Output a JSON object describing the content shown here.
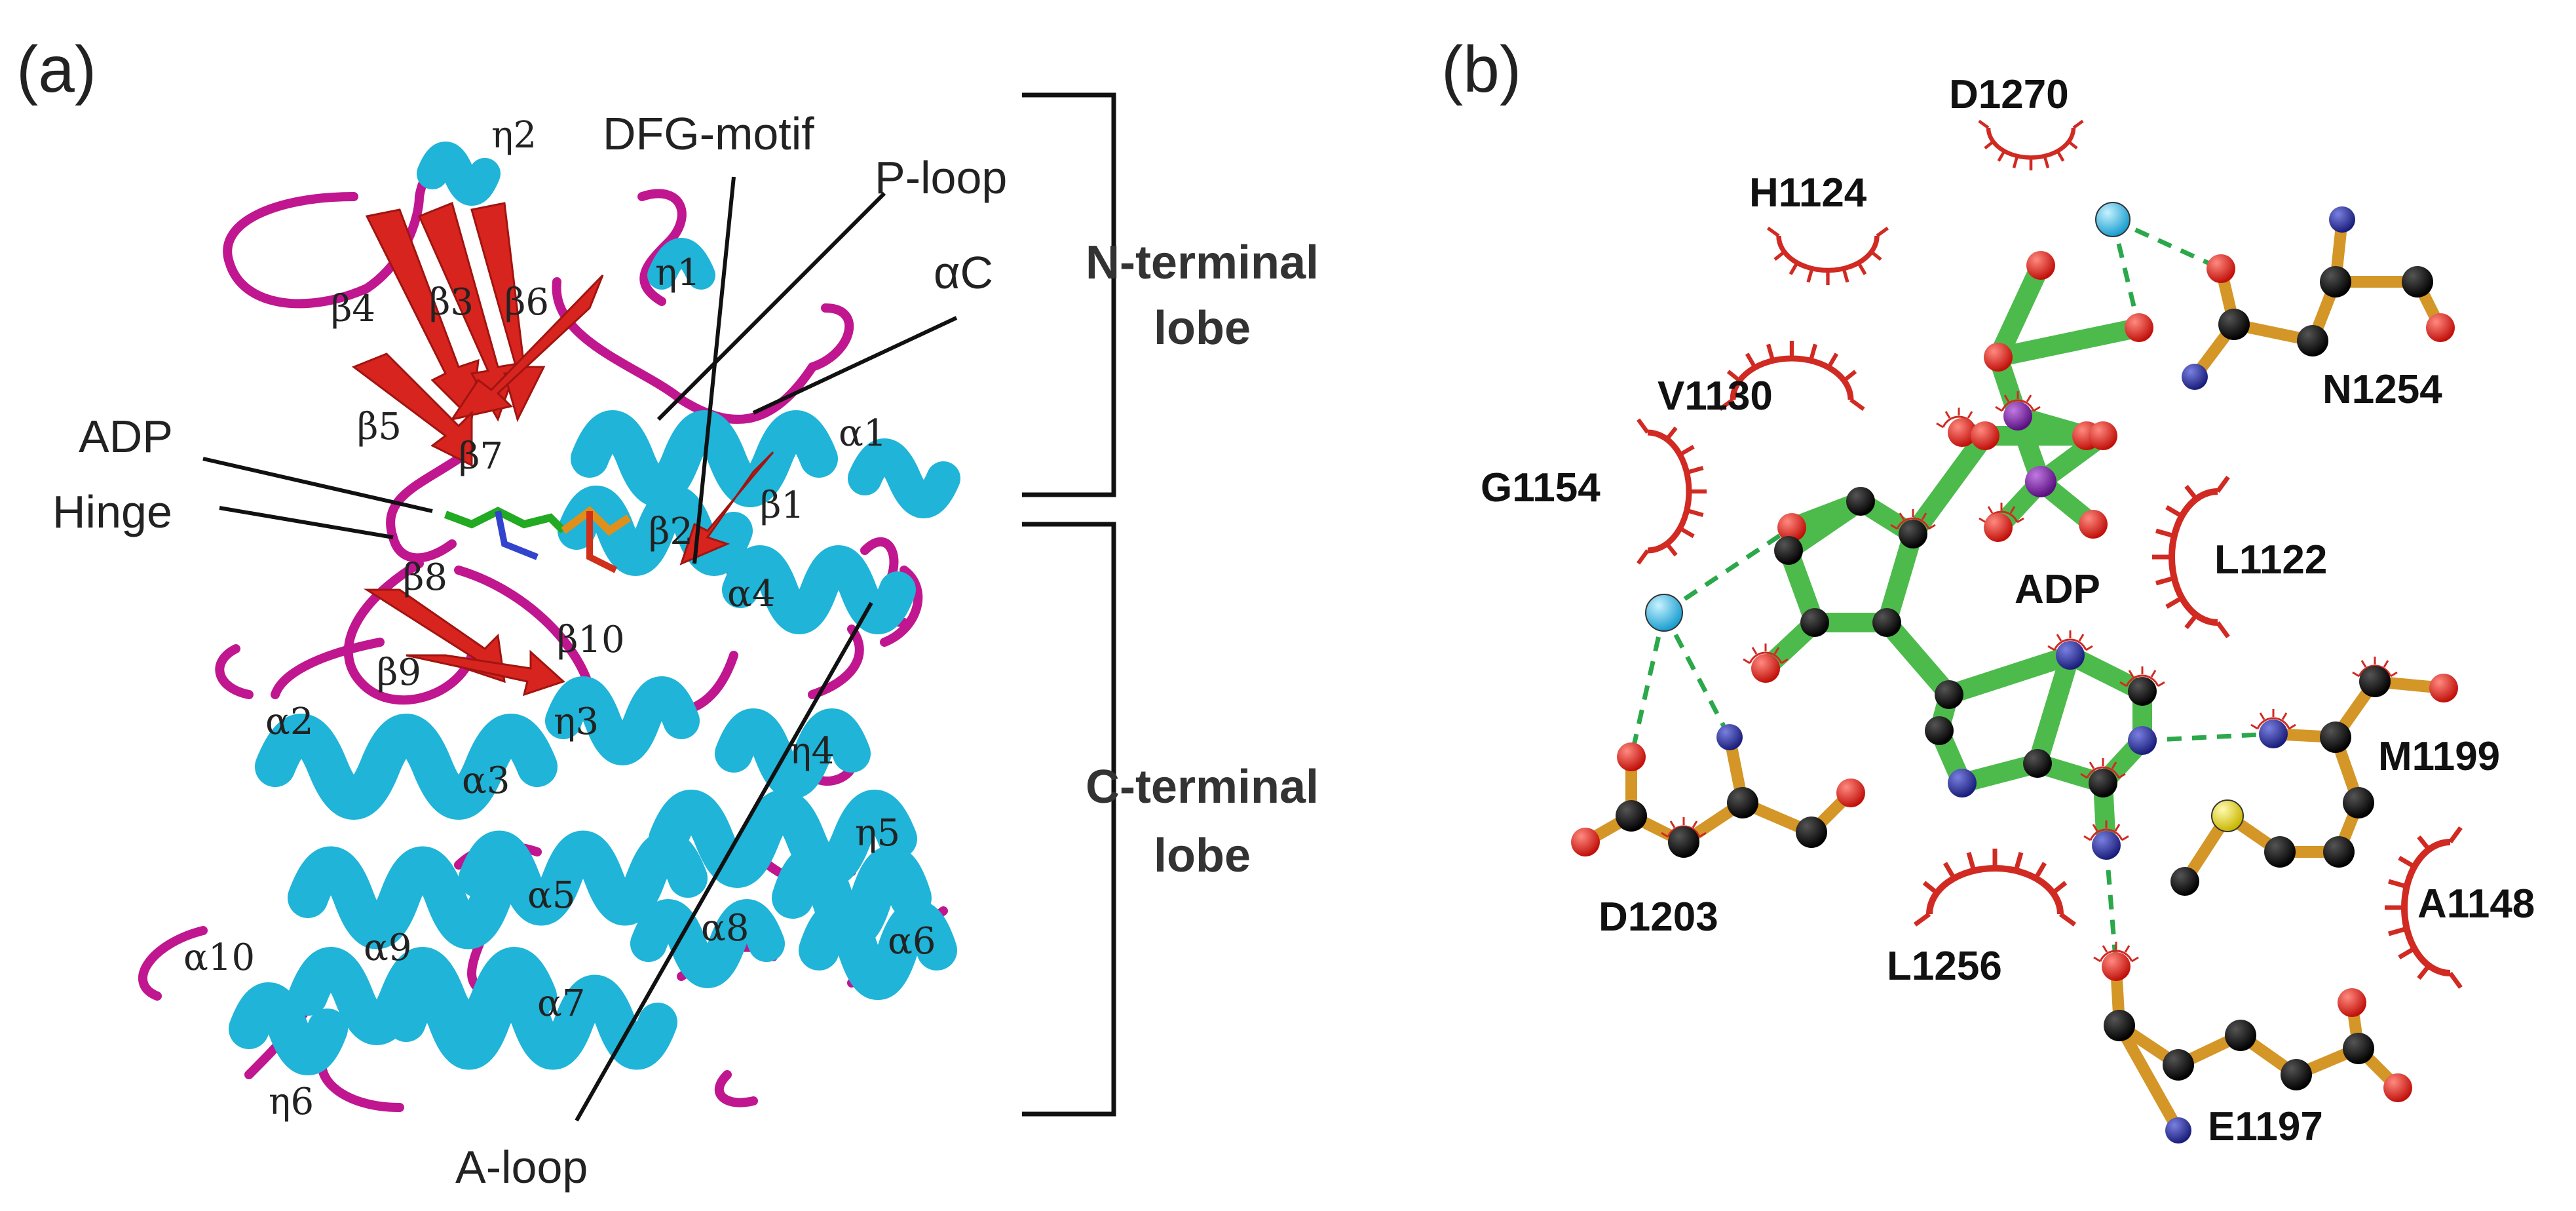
{
  "panels": {
    "a": "(a)",
    "b": "(b)"
  },
  "structure_callouts": {
    "dfg": "DFG-motif",
    "ploop": "P-loop",
    "ac": "αC",
    "adp": "ADP",
    "hinge": "Hinge",
    "aloop": "A-loop"
  },
  "secondary_structure": {
    "eta1": "η1",
    "eta2": "η2",
    "eta3": "η3",
    "eta4": "η4",
    "eta5": "η5",
    "eta6": "η6",
    "beta1": "β1",
    "beta2": "β2",
    "beta3": "β3",
    "beta4": "β4",
    "beta5": "β5",
    "beta6": "β6",
    "beta7": "β7",
    "beta8": "β8",
    "beta9": "β9",
    "beta10": "β10",
    "alpha1": "α1",
    "alpha2": "α2",
    "alpha3": "α3",
    "alpha4": "α4",
    "alpha5": "α5",
    "alpha6": "α6",
    "alpha7": "α7",
    "alpha8": "α8",
    "alpha9": "α9",
    "alpha10": "α10"
  },
  "lobes": {
    "n_line1": "N-terminal",
    "n_line2": "lobe",
    "c_line1": "C-terminal",
    "c_line2": "lobe"
  },
  "ligand": "ADP",
  "residues": {
    "d1270": "D1270",
    "h1124": "H1124",
    "n1254": "N1254",
    "v1130": "V1130",
    "g1154": "G1154",
    "l1122": "L1122",
    "m1199": "M1199",
    "d1203": "D1203",
    "a1148": "A1148",
    "l1256": "L1256",
    "e1197": "E1197"
  },
  "colors": {
    "helix": "#1fb4d8",
    "strand": "#d8241e",
    "loop": "#c0168f",
    "ligand_bond": "#4cbb4c",
    "residue_bond": "#d39627",
    "carbon": "#111111",
    "oxygen": "#e0201a",
    "nitrogen": "#2a2e9a",
    "phosphorus": "#7b1fa2",
    "water": "#35c5ef",
    "sulfur": "#f4e221",
    "hydrophobic_contact": "#d02a22",
    "hbond": "#2aa84a"
  }
}
